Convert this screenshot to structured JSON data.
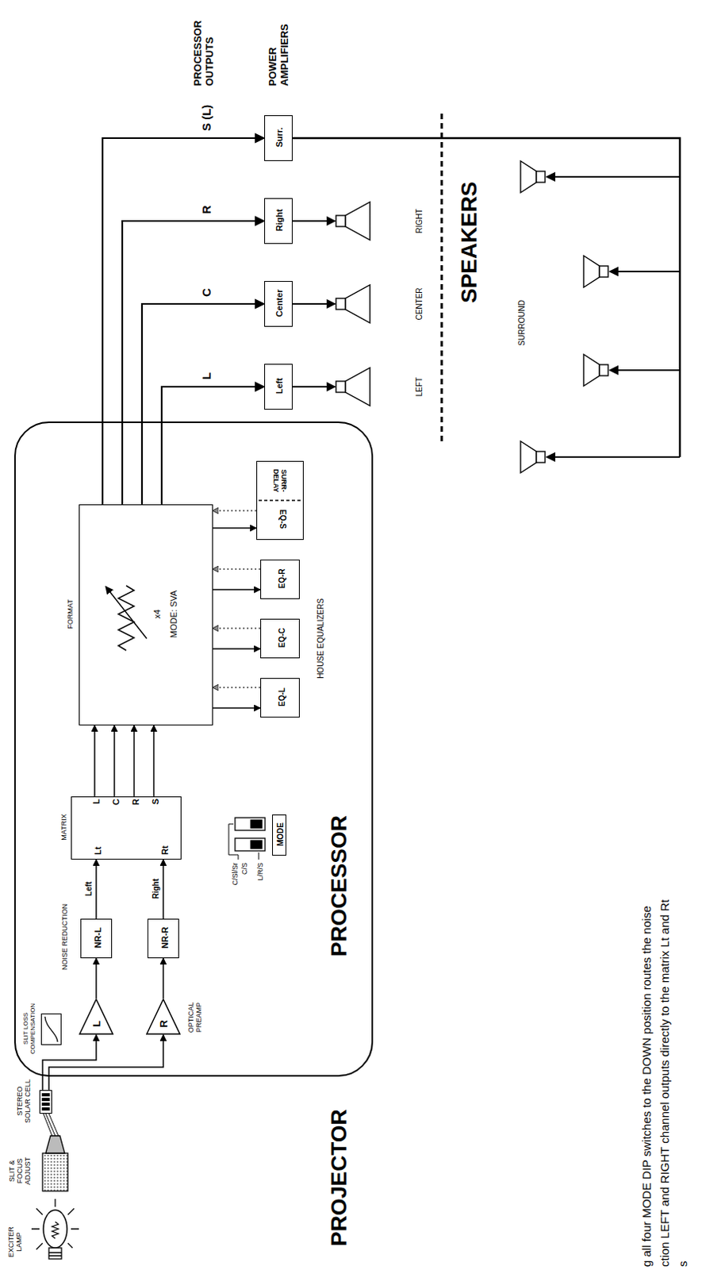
{
  "diagram": {
    "nodes": [
      {
        "text": [
          "STEREO SOLAR CELL"
        ]
      },
      {
        "text": [
          "PROCESSOR"
        ]
      },
      {
        "text": [
          "SLIT LOSS COMPENSATION"
        ],
        "in": 1
      },
      {
        "text": [
          "L"
        ],
        "in": 1
      },
      {
        "text": [
          "R"
        ],
        "in": 1
      },
      {
        "text": [
          "NR-L"
        ],
        "in": 1
      },
      {
        "text": [
          "NR-R"
        ],
        "in": 1
      },
      {
        "text": [
          "MATRIX",
          "Lt",
          "Rt",
          "L",
          "C",
          "R",
          "S"
        ],
        "in": 1
      },
      {
        "text": [
          "FORMAT",
          "x4",
          "MODE: SVA"
        ],
        "in": 1
      },
      {
        "text": [
          "EQ-L"
        ],
        "in": 1
      },
      {
        "text": [
          "EQ-C"
        ],
        "in": 1
      },
      {
        "text": [
          "EQ-R"
        ],
        "in": 1
      },
      {
        "text": [
          "EQ-S",
          "SURR- DELAY"
        ],
        "in": 1
      },
      {
        "text": [
          "MODE"
        ],
        "in": 1
      },
      {
        "text": [
          "Left"
        ]
      },
      {
        "text": [
          "Center"
        ]
      },
      {
        "text": [
          "Right"
        ]
      },
      {
        "text": [
          "Surr."
        ]
      },
      {
        "text": [
          "LEFT"
        ]
      },
      {
        "text": [
          "CENTER"
        ]
      },
      {
        "text": [
          "RIGHT"
        ]
      }
    ],
    "edges": [
      {
        "from": 0,
        "to": 3,
        "arrow": "to"
      },
      {
        "from": 0,
        "to": 4,
        "arrow": "to"
      },
      {
        "from": 3,
        "to": 5,
        "arrow": "to"
      },
      {
        "from": 4,
        "to": 6,
        "arrow": "to"
      },
      {
        "from": 5,
        "to": 7,
        "label": "Left",
        "arrow": "to"
      },
      {
        "from": 6,
        "to": 7,
        "label": "Right",
        "arrow": "to"
      },
      {
        "from": 7,
        "to": 8,
        "arrow": "to"
      },
      {
        "from": 7,
        "to": 8,
        "arrow": "to"
      },
      {
        "from": 7,
        "to": 8,
        "arrow": "to"
      },
      {
        "from": 7,
        "to": 8,
        "arrow": "to"
      },
      {
        "from": 8,
        "to": 9,
        "arrow": "to"
      },
      {
        "from": 9,
        "to": 8,
        "arrow": "to"
      },
      {
        "from": 8,
        "to": 10,
        "arrow": "to"
      },
      {
        "from": 10,
        "to": 8,
        "arrow": "to"
      },
      {
        "from": 8,
        "to": 11,
        "arrow": "to"
      },
      {
        "from": 11,
        "to": 8,
        "arrow": "to"
      },
      {
        "from": 8,
        "to": 12,
        "arrow": "to"
      },
      {
        "from": 12,
        "to": 8,
        "arrow": "to"
      },
      {
        "from": 8,
        "to": 14,
        "label": "L",
        "arrow": "to"
      },
      {
        "from": 8,
        "to": 15,
        "label": "C",
        "arrow": "to"
      },
      {
        "from": 8,
        "to": 16,
        "label": "R",
        "arrow": "to"
      },
      {
        "from": 8,
        "to": 17,
        "label": "S (L)",
        "arrow": "to"
      },
      {
        "from": 14,
        "to": 18,
        "arrow": "to"
      },
      {
        "from": 15,
        "to": 19,
        "arrow": "to"
      },
      {
        "from": 16,
        "to": 20,
        "arrow": "to"
      }
    ],
    "labels": [
      "EXCITER LAMP",
      "SLIT & FOCUS ADJUST",
      "PROJECTOR",
      "NOISE REDUCTION",
      "OPTICAL PREAMP",
      "HOUSE EQUALIZERS",
      "L/R/S",
      "C/Sl/Sr",
      "C/S",
      "PROCESSOR OUTPUTS",
      "POWER AMPLIFIERS",
      "SPEAKERS",
      "SURROUND",
      "g all four MODE DIP switches to the DOWN position routes the noise",
      "ction LEFT and RIGHT channel outputs directly to the matrix Lt and Rt",
      "s"
    ]
  }
}
